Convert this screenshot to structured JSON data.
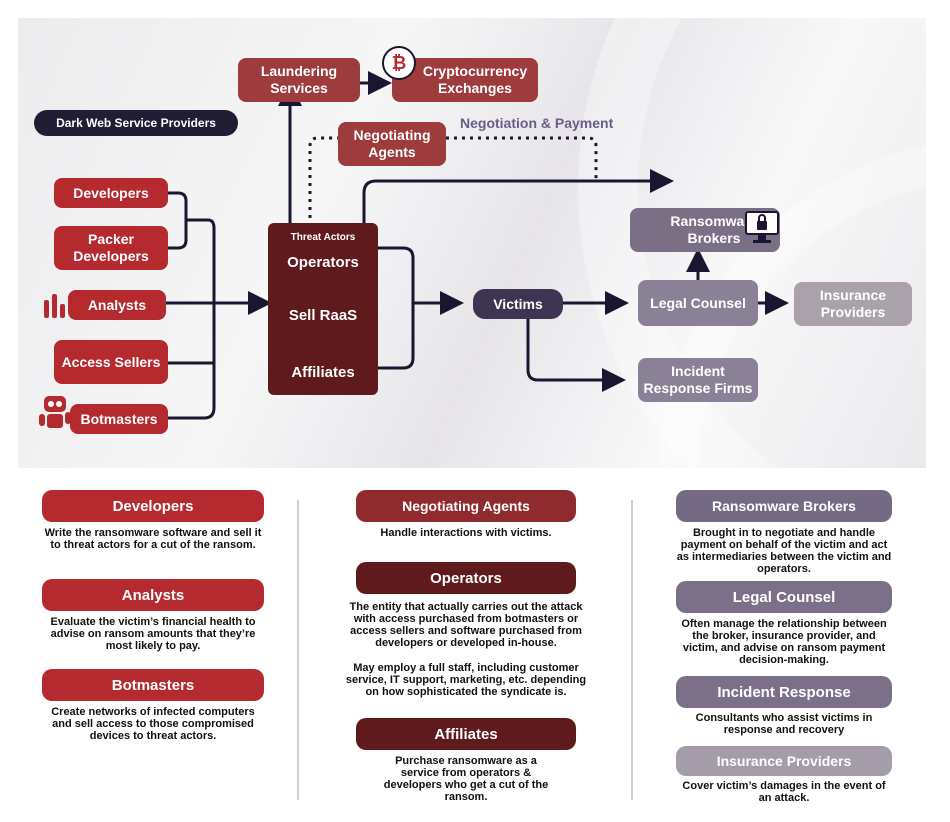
{
  "diagram": {
    "dark_web_label": "Dark Web Service Providers",
    "negotiation_label": "Negotiation & Payment",
    "nodes": {
      "laundering": "Laundering Services",
      "crypto": "Cryptocurrency Exchanges",
      "negotiating_agents": "Negotiating Agents",
      "developers": "Developers",
      "packer_developers": "Packer Developers",
      "analysts": "Analysts",
      "access_sellers": "Access Sellers",
      "botmasters": "Botmasters",
      "threat_actors": "Threat Actors",
      "operators": "Operators",
      "sell_raas": "Sell RaaS",
      "affiliates": "Affiliates",
      "victims": "Victims",
      "ransomware_brokers": "Ransomware Brokers",
      "legal_counsel": "Legal Counsel",
      "insurance_providers": "Insurance Providers",
      "incident_response_firms": "Incident Response Firms"
    }
  },
  "legend": {
    "left": [
      {
        "title": "Developers",
        "text": "Write the ransomware software and sell it to threat actors for a cut of the ransom."
      },
      {
        "title": "Analysts",
        "text": "Evaluate the victim’s financial health to advise on ransom amounts that they’re most likely to pay."
      },
      {
        "title": "Botmasters",
        "text": "Create networks of infected computers and sell access to those compromised devices to threat actors."
      }
    ],
    "middle": [
      {
        "title": "Negotiating Agents",
        "text": "Handle interactions with victims."
      },
      {
        "title": "Operators",
        "text": "The entity that actually carries out the attack with access purchased from botmasters or access sellers and software purchased from developers or developed in-house.",
        "text2": "May employ a full staff, including customer service, IT support, marketing, etc. depending on how sophisticated the syndicate is."
      },
      {
        "title": "Affiliates",
        "text": "Purchase ransomware as a service from operators & developers who get a cut of the ransom."
      }
    ],
    "right": [
      {
        "title": "Ransomware Brokers",
        "text": "Brought in to negotiate and handle payment on behalf of the victim and act as intermediaries between the victim and operators."
      },
      {
        "title": "Legal Counsel",
        "text": "Often manage the relationship between the broker, insurance provider, and victim, and advise on ransom payment decision-making."
      },
      {
        "title": "Incident Response",
        "text": "Consultants who assist victims in response and recovery"
      },
      {
        "title": "Insurance Providers",
        "text": "Cover victim’s damages in the event of an attack."
      }
    ]
  },
  "colors": {
    "red": "#b52a2f",
    "dark_red": "#5f1a1e",
    "purple": "#7b6f86",
    "navy": "#221c34",
    "grey": "#a9a2ab"
  }
}
